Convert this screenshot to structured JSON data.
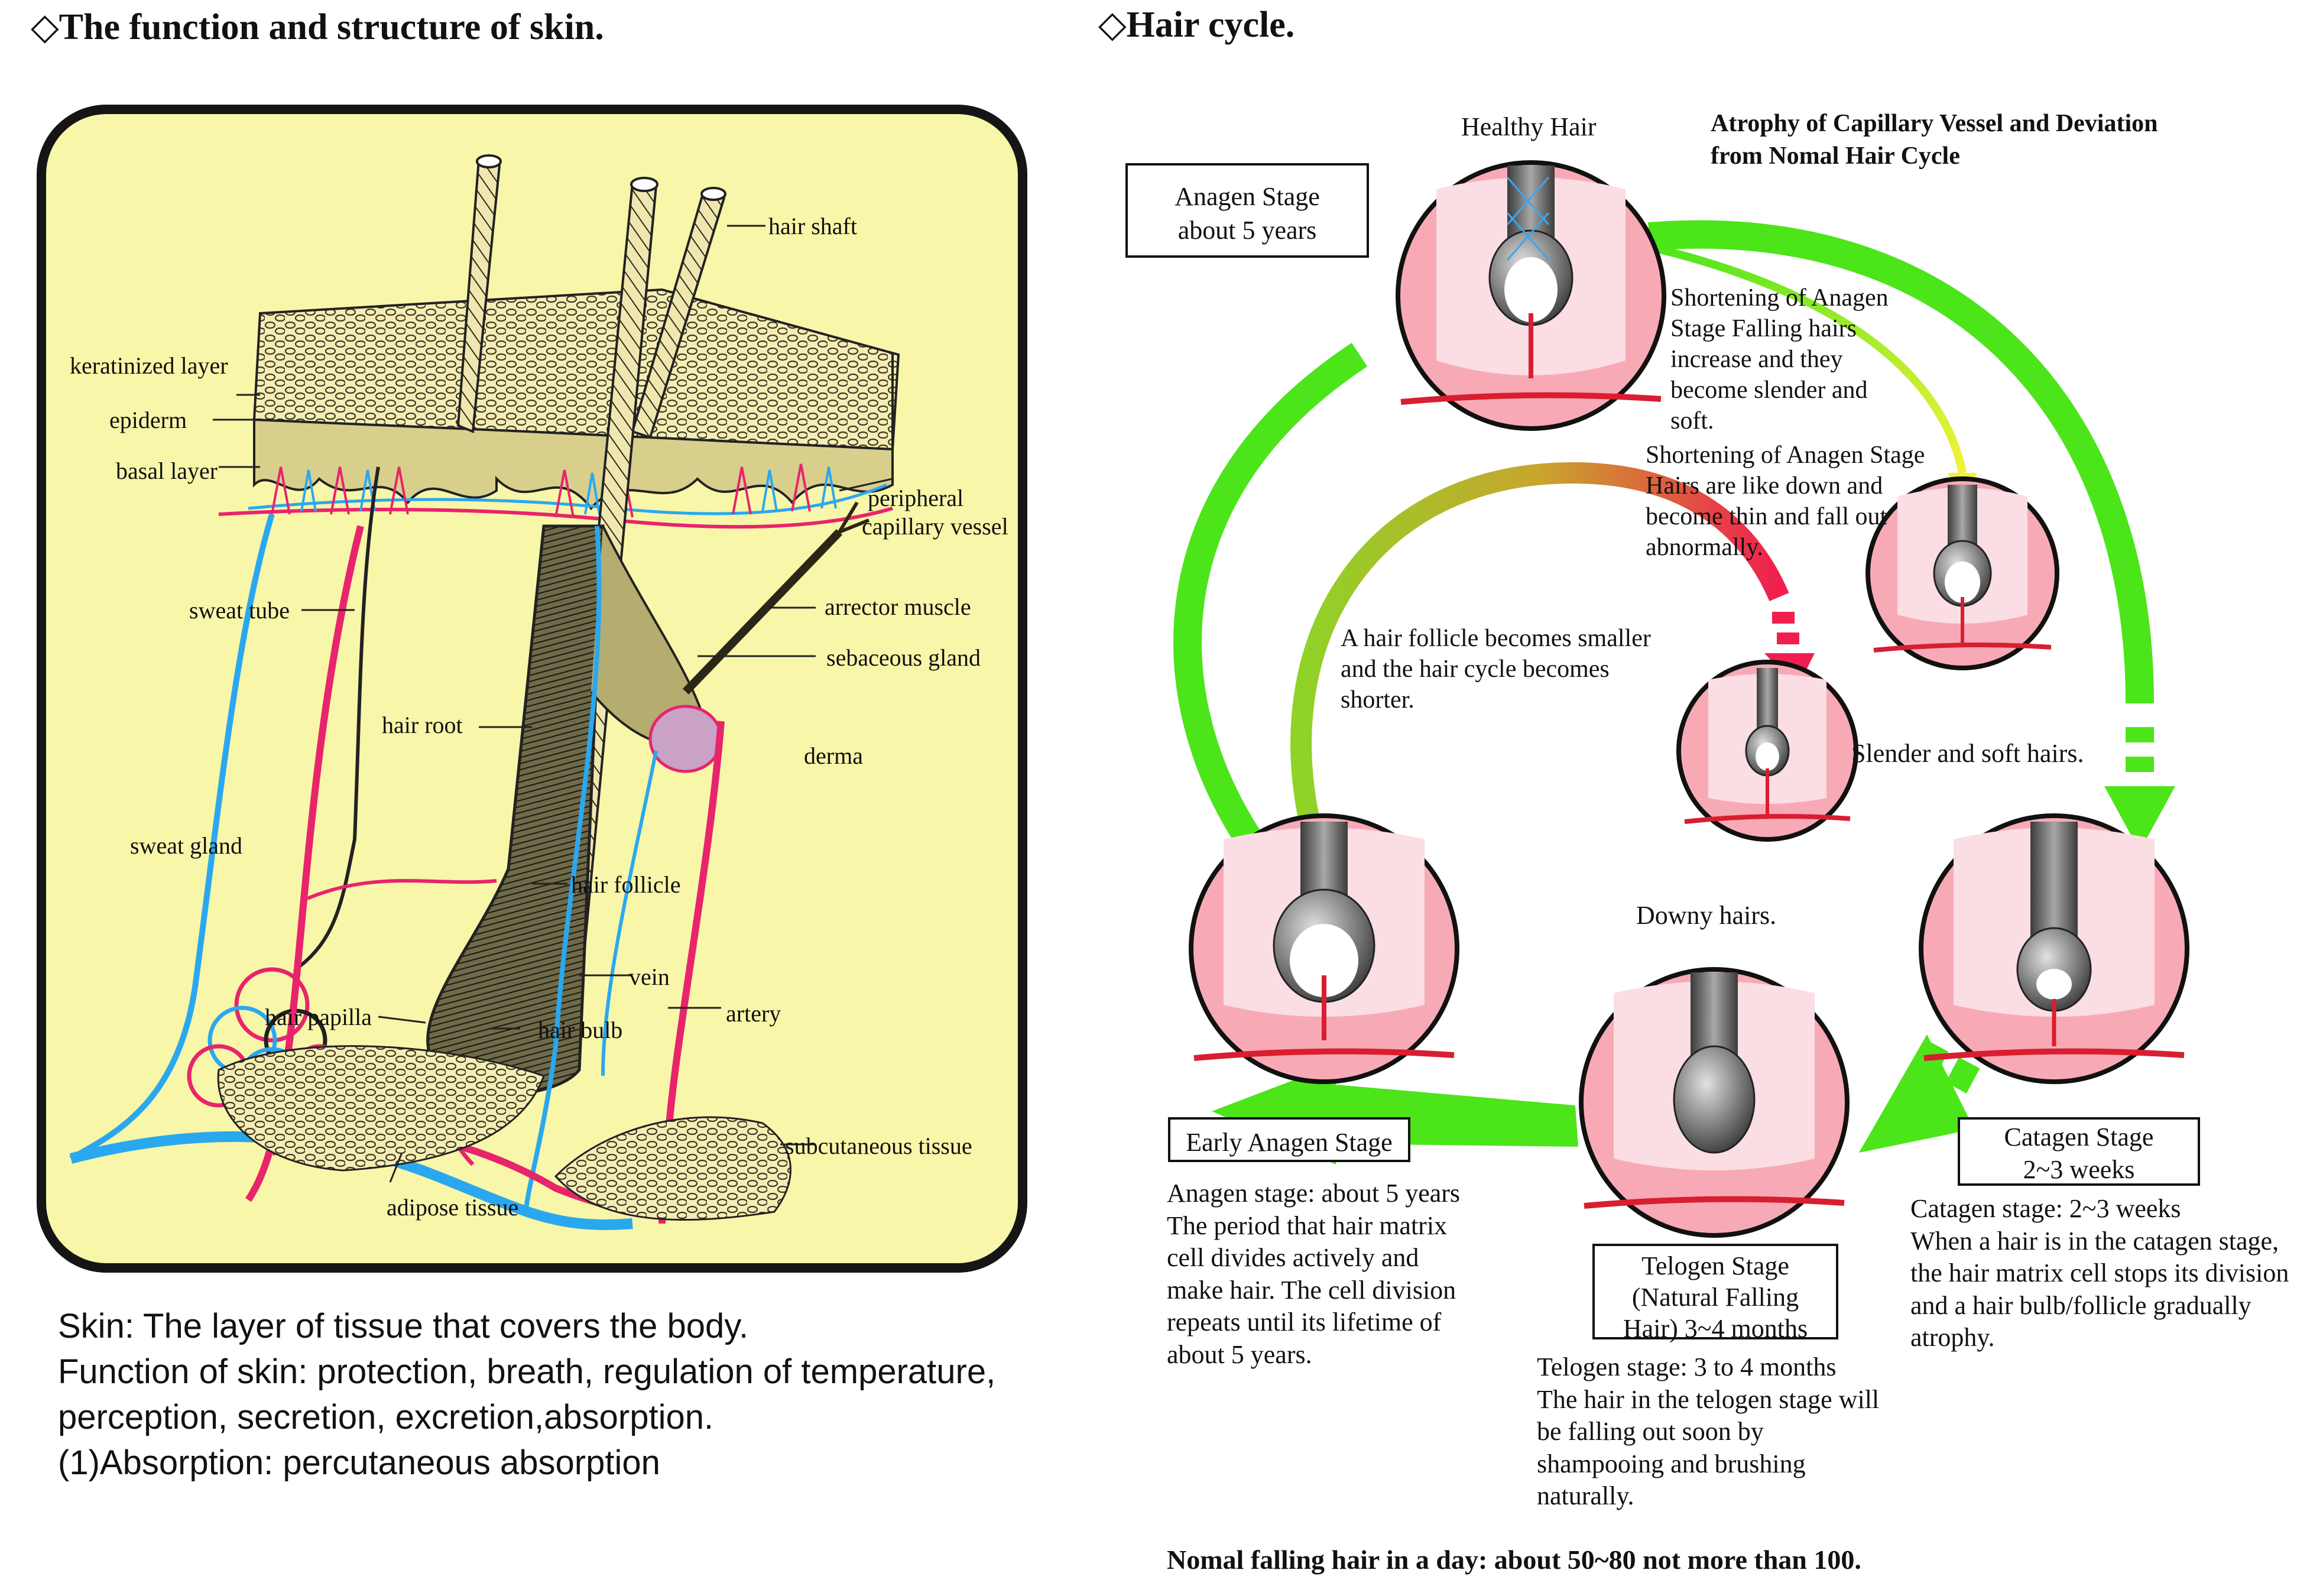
{
  "titles": {
    "skin": "◇The function and structure of skin.",
    "hair_cycle": "◇Hair cycle."
  },
  "skin_labels": {
    "hair_shaft": "hair shaft",
    "keratinized_layer": "keratinized layer",
    "epiderm": "epiderm",
    "basal_layer": "basal layer",
    "peripheral_1": "peripheral",
    "peripheral_2": "capillary vessel",
    "sweat_tube": "sweat tube",
    "arrector_muscle": "arrector muscle",
    "sebaceous_gland": "sebaceous gland",
    "hair_root": "hair root",
    "derma": "derma",
    "sweat_gland": "sweat gland",
    "hair_follicle": "hair follicle",
    "vein": "vein",
    "artery": "artery",
    "hair_papilla": "hair papilla",
    "hair_bulb": "hair bulb",
    "subcutaneous_tissue": "subcutaneous tissue",
    "adipose_tissue": "adipose tissue"
  },
  "skin_text": {
    "line1": "Skin:  The layer of tissue that covers the body.",
    "line2": "Function of skin:  protection, breath, regulation of temperature,",
    "line3": "perception, secretion, excretion,absorption.",
    "line4": "(1)Absorption: percutaneous absorption"
  },
  "hair": {
    "healthy_hair": "Healthy Hair",
    "atrophy_1": "Atrophy of Capillary Vessel and Deviation",
    "atrophy_2": "from Nomal Hair Cycle",
    "anagen_box_1": "Anagen Stage",
    "anagen_box_2": "about 5 years",
    "shortening_a": [
      "Shortening of Anagen",
      "Stage Falling hairs",
      "increase and they",
      "become slender and",
      "soft."
    ],
    "shortening_b": [
      "Shortening of Anagen Stage",
      "Hairs are like down and",
      "become thin and fall out",
      "abnormally."
    ],
    "follicle_smaller": [
      "A hair follicle becomes smaller",
      "and the hair cycle becomes",
      "shorter."
    ],
    "slender_caption": "Slender and soft hairs.",
    "downy_caption": "Downy hairs.",
    "early_anagen_box": "Early Anagen Stage",
    "early_anagen_desc": [
      "Anagen stage: about 5 years",
      "The period that hair matrix",
      "cell divides actively and",
      "make hair. The cell division",
      "repeats until its lifetime of",
      "about 5 years."
    ],
    "telogen_box_1": "Telogen Stage",
    "telogen_box_2": "(Natural Falling",
    "telogen_box_3": "Hair) 3~4 months",
    "telogen_desc": [
      "Telogen stage: 3 to 4 months",
      "The hair in the telogen stage will",
      "be falling out soon by",
      "shampooing and brushing",
      "naturally."
    ],
    "catagen_box_1": "Catagen Stage",
    "catagen_box_2": "2~3 weeks",
    "catagen_desc": [
      "Catagen stage: 2~3 weeks",
      "When a hair is in the catagen stage,",
      "the hair matrix cell stops its division",
      "and a hair bulb/follicle gradually",
      "atrophy."
    ],
    "bottom_note": "Nomal falling hair in a day: about 50~80 not more than 100."
  },
  "colors": {
    "panel_bg": "#f8f6a8",
    "vein_blue": "#2aa8ef",
    "artery_pink": "#e8246c",
    "arrow_green": "#4be51a",
    "circle_pink": "#f7aab5",
    "circle_light": "#fbdde4"
  }
}
